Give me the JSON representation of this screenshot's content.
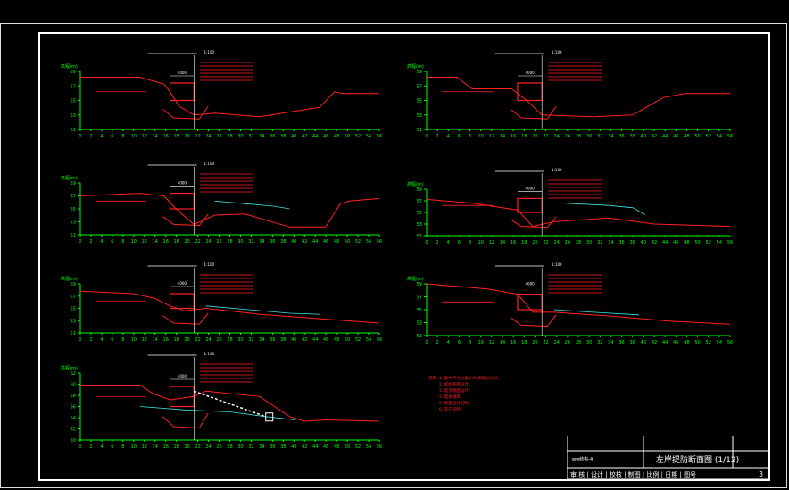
{
  "drawing": {
    "title": "左岸提防断面图 (1/12)",
    "unit_note": "ww结构-4",
    "drawing_no": "3"
  },
  "notes": [
    "说明: 1. 图中尺寸以毫米计,高程以米计。",
    "2. 堤防断面设计。",
    "3. 堤顶路面设计。",
    "4. 堤身填筑。",
    "5. 断面设计说明。",
    "6. 其它说明。"
  ],
  "colors": {
    "background": "#000000",
    "frame": "#ffffff",
    "axis": "#00ff00",
    "profile": "#ff2020",
    "water": "#40e0e0",
    "text": "#ffffff"
  },
  "x_ticks": [
    "0",
    "2",
    "4",
    "6",
    "8",
    "10",
    "12",
    "14",
    "16",
    "18",
    "20",
    "22",
    "24",
    "26",
    "28",
    "30",
    "32",
    "34",
    "36",
    "38",
    "40",
    "42",
    "44",
    "46",
    "48",
    "50",
    "52",
    "54",
    "56"
  ],
  "y_label": "高程(m)",
  "panels": [
    {
      "id": "p1",
      "y_ticks": [
        "59",
        "57",
        "55",
        "53",
        "51"
      ]
    },
    {
      "id": "p2",
      "y_ticks": [
        "59",
        "57",
        "55",
        "53",
        "51"
      ]
    },
    {
      "id": "p3",
      "y_ticks": [
        "59",
        "57",
        "55",
        "53",
        "51"
      ]
    },
    {
      "id": "p4",
      "y_ticks": [
        "59",
        "57",
        "55",
        "53",
        "51"
      ]
    },
    {
      "id": "p5",
      "y_ticks": [
        "59",
        "57",
        "55",
        "53",
        "51"
      ]
    },
    {
      "id": "p6",
      "y_ticks": [
        "59",
        "57",
        "55",
        "53",
        "51"
      ]
    },
    {
      "id": "p7",
      "y_ticks": [
        "62",
        "60",
        "58",
        "56",
        "54",
        "52",
        "50"
      ]
    }
  ],
  "dim_label": "4000",
  "scale_label": "1:100"
}
